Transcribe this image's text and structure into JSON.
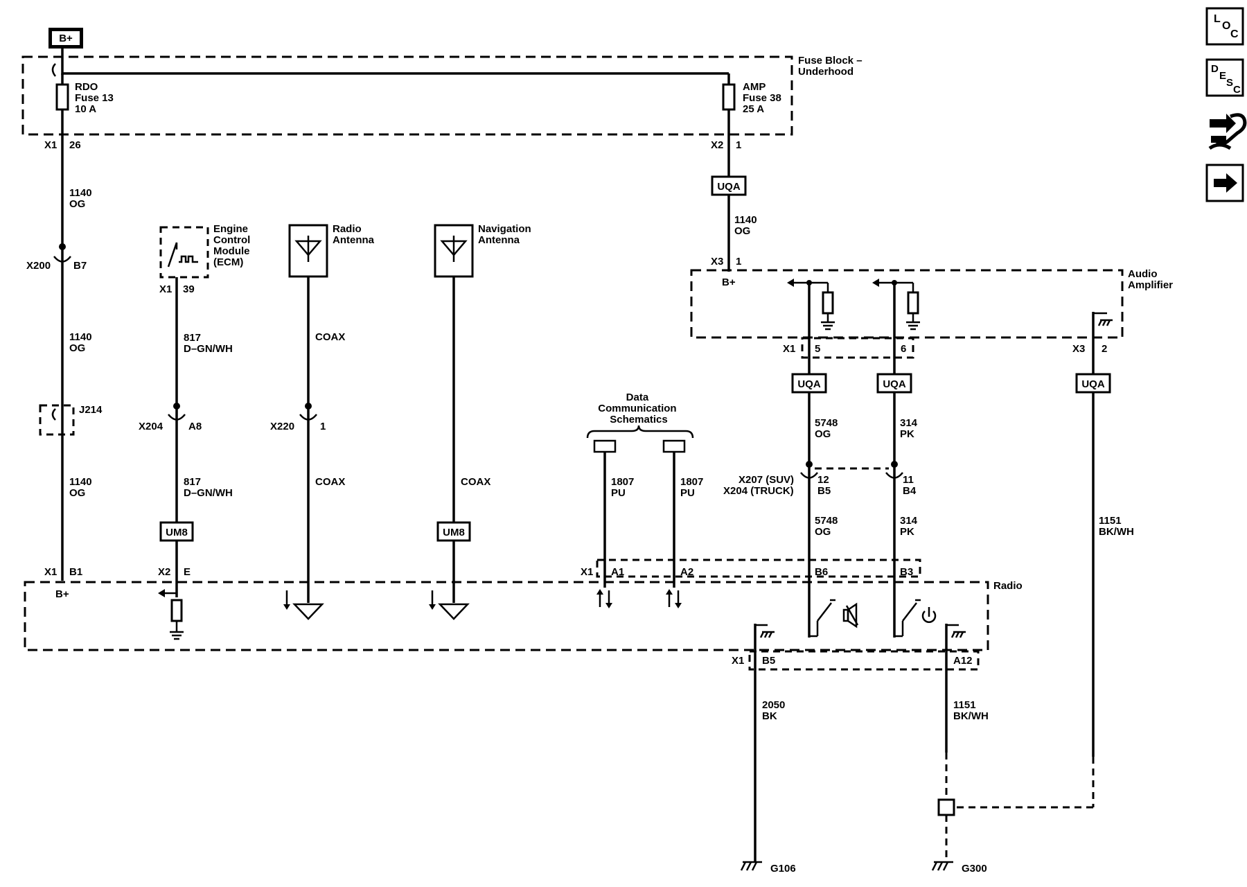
{
  "power": {
    "label": "B+"
  },
  "fuse_block": {
    "title": [
      "Fuse Block –",
      "Underhood"
    ],
    "rdo_fuse": [
      "RDO",
      "Fuse 13",
      "10 A"
    ],
    "amp_fuse": [
      "AMP",
      "Fuse 38",
      "25 A"
    ],
    "x1": "X1",
    "x1_pin": "26",
    "x2": "X2",
    "x2_pin": "1"
  },
  "left_wire": {
    "w1": [
      "1140",
      "OG"
    ],
    "x200": "X200",
    "x200_pin": "B7",
    "w2": [
      "1140",
      "OG"
    ],
    "j214": "J214",
    "w3": [
      "1140",
      "OG"
    ],
    "x1": "X1",
    "x1_pin": "B1",
    "bplus": "B+"
  },
  "ecm": {
    "title": [
      "Engine",
      "Control",
      "Module",
      "(ECM)"
    ],
    "x1": "X1",
    "x1_pin": "39",
    "w1": [
      "817",
      "D–GN/WH"
    ],
    "x204": "X204",
    "x204_pin": "A8",
    "w2": [
      "817",
      "D–GN/WH"
    ],
    "um8": "UM8",
    "x2": "X2",
    "x2_pin": "E"
  },
  "radio_antenna": {
    "title": [
      "Radio",
      "Antenna"
    ],
    "coax1": "COAX",
    "x220": "X220",
    "x220_pin": "1",
    "coax2": "COAX"
  },
  "nav_antenna": {
    "title": [
      "Navigation",
      "Antenna"
    ],
    "coax": "COAX",
    "um8": "UM8"
  },
  "data_comm": {
    "title": [
      "Data",
      "Communication",
      "Schematics"
    ],
    "w1": [
      "1807",
      "PU"
    ],
    "w2": [
      "1807",
      "PU"
    ],
    "x1": "X1",
    "pin1": "A1",
    "pin2": "A2"
  },
  "amp_feed": {
    "uqa": "UQA",
    "w": [
      "1140",
      "OG"
    ],
    "x3": "X3",
    "x3_pin": "1",
    "bplus": "B+"
  },
  "audio_amplifier": {
    "title": [
      "Audio",
      "Amplifier"
    ],
    "x1": "X1",
    "pin5": "5",
    "pin6": "6",
    "x3": "X3",
    "pin2": "2"
  },
  "speaker_circuits": {
    "uqa": "UQA",
    "w5748a": [
      "5748",
      "OG"
    ],
    "w314a": [
      "314",
      "PK"
    ],
    "x207": "X207 (SUV)",
    "x204": "X204 (TRUCK)",
    "pin12": "12",
    "pinB5": "B5",
    "pin11": "11",
    "pinB4": "B4",
    "w5748b": [
      "5748",
      "OG"
    ],
    "w314b": [
      "314",
      "PK"
    ],
    "w1151": [
      "1151",
      "BK/WH"
    ],
    "pinB6": "B6",
    "pinB3": "B3"
  },
  "radio": {
    "title": "Radio",
    "x1": "X1",
    "pinB5": "B5",
    "pinA12": "A12"
  },
  "grounds": {
    "w2050": [
      "2050",
      "BK"
    ],
    "w1151": [
      "1151",
      "BK/WH"
    ],
    "g106": "G106",
    "g300": "G300"
  },
  "nav_buttons": {
    "loc": [
      "L",
      "O",
      "C"
    ],
    "desc": [
      "D",
      "E",
      "S",
      "C"
    ]
  }
}
